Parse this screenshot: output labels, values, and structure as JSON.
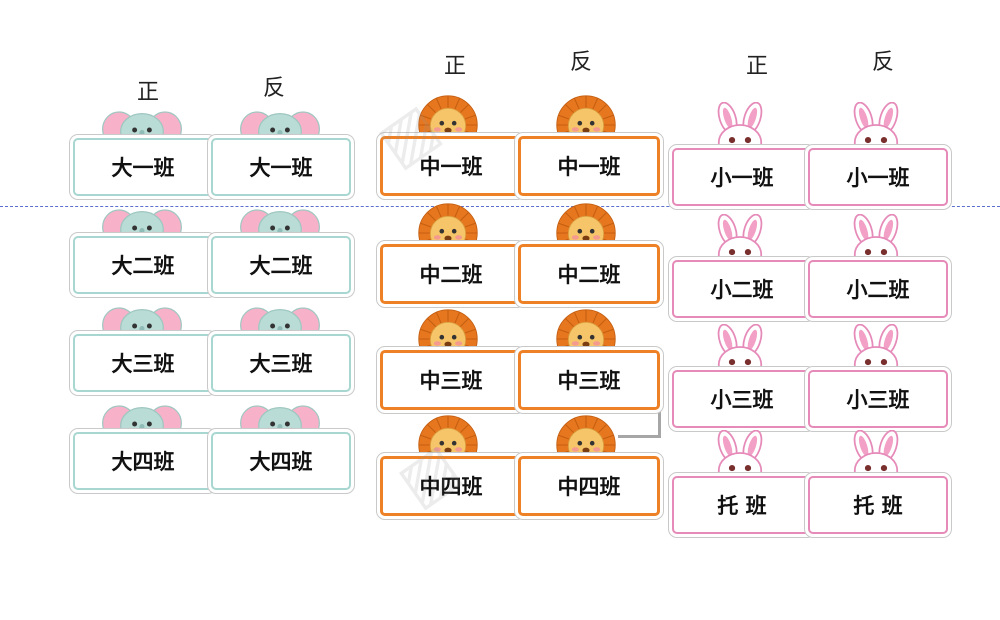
{
  "headers": {
    "front": "正",
    "back": "反"
  },
  "elephant_column": {
    "labels": [
      "大一班",
      "大二班",
      "大三班",
      "大四班"
    ],
    "colors": {
      "border": "#a8d6d0",
      "body": "#b9dcd6",
      "ear": "#f7b1c8"
    },
    "icon": "elephant-icon"
  },
  "lion_column": {
    "labels": [
      "中一班",
      "中二班",
      "中三班",
      "中四班"
    ],
    "colors": {
      "border": "#ee8125",
      "mane": "#e7771f",
      "face": "#f6c469"
    },
    "icon": "lion-icon"
  },
  "rabbit_column": {
    "labels": [
      "小一班",
      "小二班",
      "小三班",
      "托 班"
    ],
    "colors": {
      "border": "#e58ab9",
      "ear": "#f3a0c7",
      "face": "#ffffff"
    },
    "icon": "rabbit-icon"
  }
}
